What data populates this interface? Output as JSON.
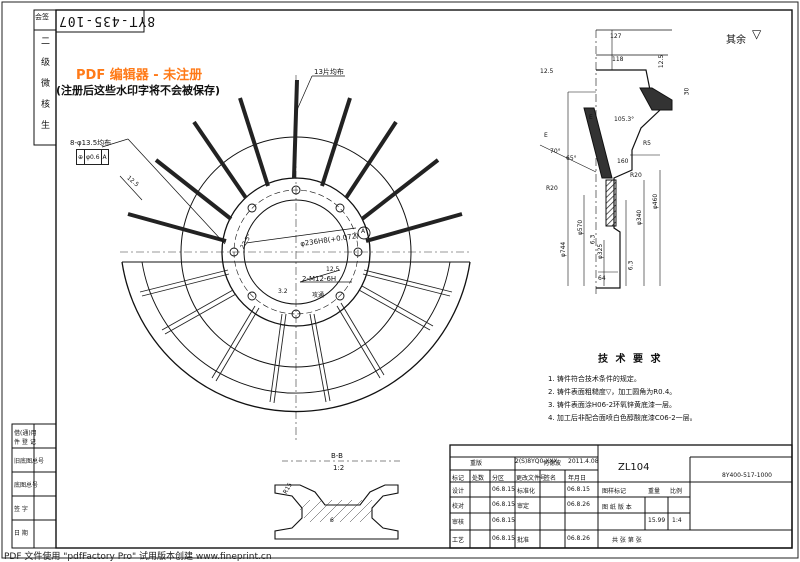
{
  "header": {
    "drawing_number_top": "8YT-435-107",
    "side_labels": [
      "会签",
      "二",
      "级",
      "微",
      "核",
      "生"
    ]
  },
  "watermark": {
    "line1": "PDF 编辑器 - 未注册",
    "line2": "(注册后这些水印字将不会被保存)",
    "footer": "PDF 文件使用 \"pdfFactory Pro\" 试用版本创建 www.fineprint.cn"
  },
  "roughness": {
    "label": "其余"
  },
  "main_view": {
    "leader_13": "13片均布",
    "holes_label": "8-φ13.5均布",
    "tolerance_box": [
      "⊕",
      "φ0.6",
      "A"
    ],
    "angle_label_1": "12.5",
    "angle_22": "22.5°",
    "bore_label": "φ236H8(+0.072)",
    "thread_label": "2-M12-6H",
    "through": "攻通",
    "datum": "A",
    "rough_12_5": "12.5",
    "surface_3_2": "3.2"
  },
  "section_view": {
    "title": "B-B",
    "scale": "1:2",
    "r_label": "R15",
    "dim_6": "6"
  },
  "side_view": {
    "dims": {
      "d127": "127",
      "d118": "118",
      "d12_5a": "12.5",
      "d12_5b": "12.5",
      "d30": "30",
      "d105": "105.3°",
      "d70": "70°",
      "d65": "65°",
      "d160": "160",
      "dR5": "R5",
      "dR20a": "R20",
      "dR20b": "R20",
      "dE": "E",
      "dE2": "E",
      "d744": "φ744",
      "d570": "φ570",
      "d325": "φ325",
      "d340": "φ340",
      "d460": "φ460",
      "d64": "64",
      "d6_3": "6.3",
      "d6_3b": "6.3"
    }
  },
  "tech_req": {
    "title": "技 术 要 求",
    "items": [
      "1. 铸件符合技术条件的规定。",
      "2. 铸件表面粗糙度▽，加工圆角为R0.4。",
      "3. 铸件表面涂H06-2环氧锌黄底漆一层。",
      "4. 加工后非配合面喷白色醇酸底漆C06-2一层。"
    ]
  },
  "title_block": {
    "material": "ZL104",
    "drawing_no_right": "8Y400-517-1000",
    "rows_left": [
      [
        "标记",
        "处数",
        "分区",
        "更改文件号",
        "签名",
        "年月日"
      ],
      [
        "设计",
        "",
        "06.8.15",
        "标准化",
        "",
        "06.8.15"
      ],
      [
        "校对",
        "",
        "06.8.15",
        "审定",
        "",
        "06.8.26"
      ],
      [
        "审核",
        "",
        "06.8.15",
        "",
        "",
        ""
      ],
      [
        "工艺",
        "",
        "06.8.15",
        "批准",
        "",
        "06.8.26"
      ]
    ],
    "top_row": [
      "重版",
      "",
      "2(S)8YQ0-XXX",
      "何德波",
      "2011.4.08"
    ],
    "stage_labels": [
      "图样标记",
      "重量",
      "比例"
    ],
    "weight": "15.99",
    "scale": "1:4",
    "sheet": "共  张  第  张",
    "sheet_label": "图 纸 版 本"
  },
  "left_block": {
    "labels": [
      "借(通)用",
      "件 登 记",
      "旧底图总号",
      "底图总号",
      "签 字",
      "日 期"
    ]
  }
}
